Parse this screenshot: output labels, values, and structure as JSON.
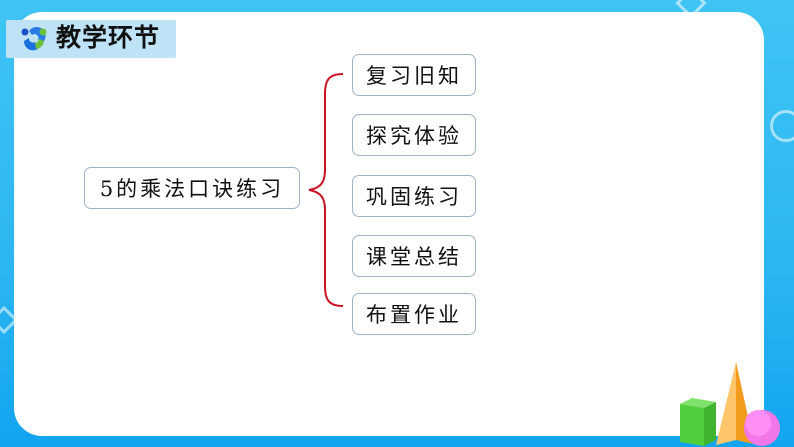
{
  "header": {
    "title": "教学环节",
    "logo_icon": "brand-logo-icon"
  },
  "mindmap": {
    "root": "5的乘法口诀练习",
    "children": [
      {
        "label": "复习旧知"
      },
      {
        "label": "探究体验"
      },
      {
        "label": "巩固练习"
      },
      {
        "label": "课堂总结"
      },
      {
        "label": "布置作业"
      }
    ],
    "brace_color": "#cc1122"
  },
  "colors": {
    "background": "#2bb6f2",
    "title_tab": "#bfe3f6",
    "node_border": "#9fb3c8"
  },
  "decoration": {
    "shapes": [
      "cube-icon",
      "pyramid-icon",
      "sphere-icon"
    ]
  }
}
